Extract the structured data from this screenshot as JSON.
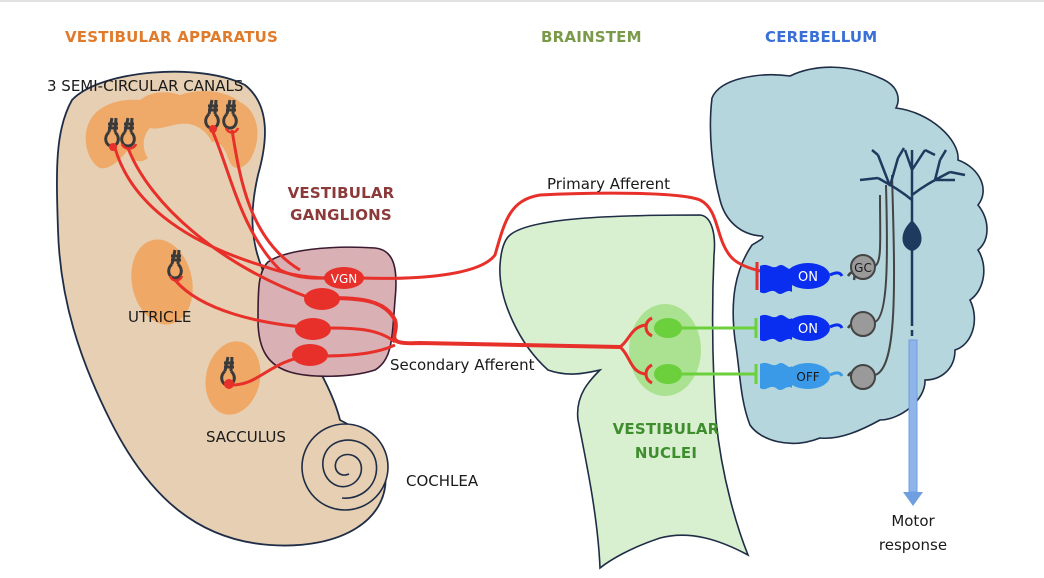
{
  "sections": {
    "vestibular_apparatus": "VESTIBULAR APPARATUS",
    "brainstem": "BRAINSTEM",
    "cerebellum": "CEREBELLUM",
    "vestibular_ganglions_line1": "VESTIBULAR",
    "vestibular_ganglions_line2": "GANGLIONS",
    "vestibular_nuclei_line1": "VESTIBULAR",
    "vestibular_nuclei_line2": "NUCLEI"
  },
  "structures": {
    "semicircular_canals": "3 SEMI-CIRCULAR CANALS",
    "utricle": "UTRICLE",
    "sacculus": "SACCULUS",
    "cochlea": "COCHLEA"
  },
  "pathways": {
    "primary_afferent": "Primary Afferent",
    "secondary_afferent": "Secondary Afferent"
  },
  "cells": {
    "vgn": "VGN",
    "unipolar_brush_1": "ON",
    "unipolar_brush_2": "ON",
    "unipolar_brush_3": "OFF",
    "granule_cell": "GC"
  },
  "output": {
    "line1": "Motor",
    "line2": "response"
  },
  "colors": {
    "vestibular_apparatus_title": "#e07b2c",
    "brainstem_title": "#7a9a4a",
    "cerebellum_title": "#3a6fd8",
    "ganglions_title": "#8b3a3a",
    "nuclei_title": "#3e8e2e",
    "ear_fill": "#e6cfb2",
    "organ_fill": "#efa866",
    "ganglion_fill": "#d9b0b4",
    "brainstem_fill": "#d8f0cf",
    "nucleus_fill": "#a6e08a",
    "cerebellum_fill": "#b4d6dc",
    "afferent_red": "#e8302a",
    "secondary_green": "#6bd03c",
    "on_blue": "#0a2ef0",
    "off_blue": "#3a9ae8",
    "purkinje": "#1e3a5f",
    "granule_gray": "#9a9a9a",
    "motor_arrow": "#6f9fe0"
  }
}
